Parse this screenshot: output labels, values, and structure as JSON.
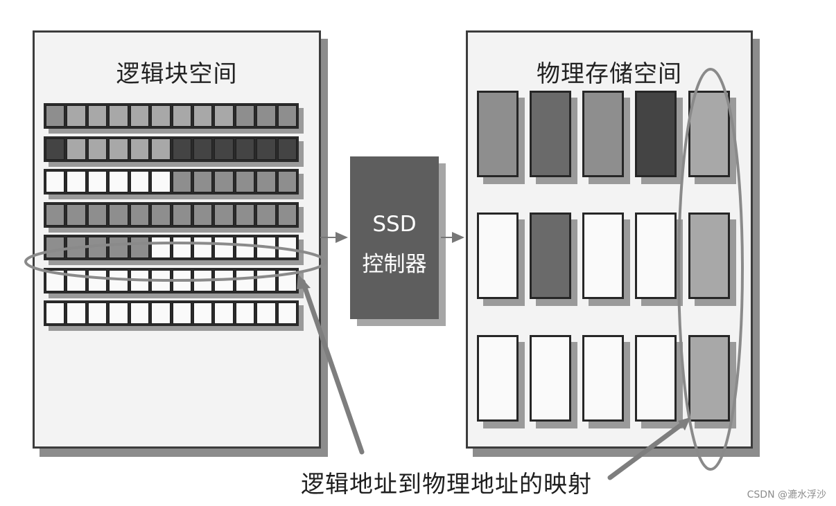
{
  "logical_panel": {
    "title": "逻辑块空间"
  },
  "physical_panel": {
    "title": "物理存储空间"
  },
  "controller": {
    "line1": "SSD",
    "line2": "控制器"
  },
  "caption": "逻辑地址到物理地址的映射",
  "watermark": "CSDN @漉水浮沙",
  "colors": {
    "white": "#fafafa",
    "light": "#a8a8a8",
    "mid": "#8e8e8e",
    "dark": "#6a6a6a",
    "darkest": "#444444"
  },
  "logical_rows": [
    [
      "mid",
      "light",
      "light",
      "light",
      "light",
      "light",
      "light",
      "light",
      "light",
      "mid",
      "mid",
      "mid"
    ],
    [
      "darkest",
      "light",
      "light",
      "light",
      "light",
      "light",
      "darkest",
      "darkest",
      "darkest",
      "darkest",
      "darkest",
      "darkest"
    ],
    [
      "white",
      "white",
      "white",
      "white",
      "white",
      "white",
      "mid",
      "mid",
      "mid",
      "mid",
      "mid",
      "mid"
    ],
    [
      "mid",
      "mid",
      "mid",
      "mid",
      "mid",
      "mid",
      "mid",
      "mid",
      "mid",
      "mid",
      "mid",
      "mid"
    ],
    [
      "mid",
      "mid",
      "mid",
      "mid",
      "mid",
      "white",
      "white",
      "white",
      "white",
      "white",
      "white",
      "white"
    ],
    [
      "white",
      "white",
      "white",
      "white",
      "white",
      "white",
      "white",
      "white",
      "white",
      "white",
      "white",
      "white"
    ],
    [
      "white",
      "white",
      "white",
      "white",
      "white",
      "white",
      "white",
      "white",
      "white",
      "white",
      "white",
      "white"
    ]
  ],
  "physical_blocks": [
    [
      "mid",
      "dark",
      "mid",
      "darkest",
      "light"
    ],
    [
      "white",
      "dark",
      "white",
      "white",
      "light"
    ],
    [
      "white",
      "white",
      "white",
      "white",
      "light"
    ]
  ]
}
